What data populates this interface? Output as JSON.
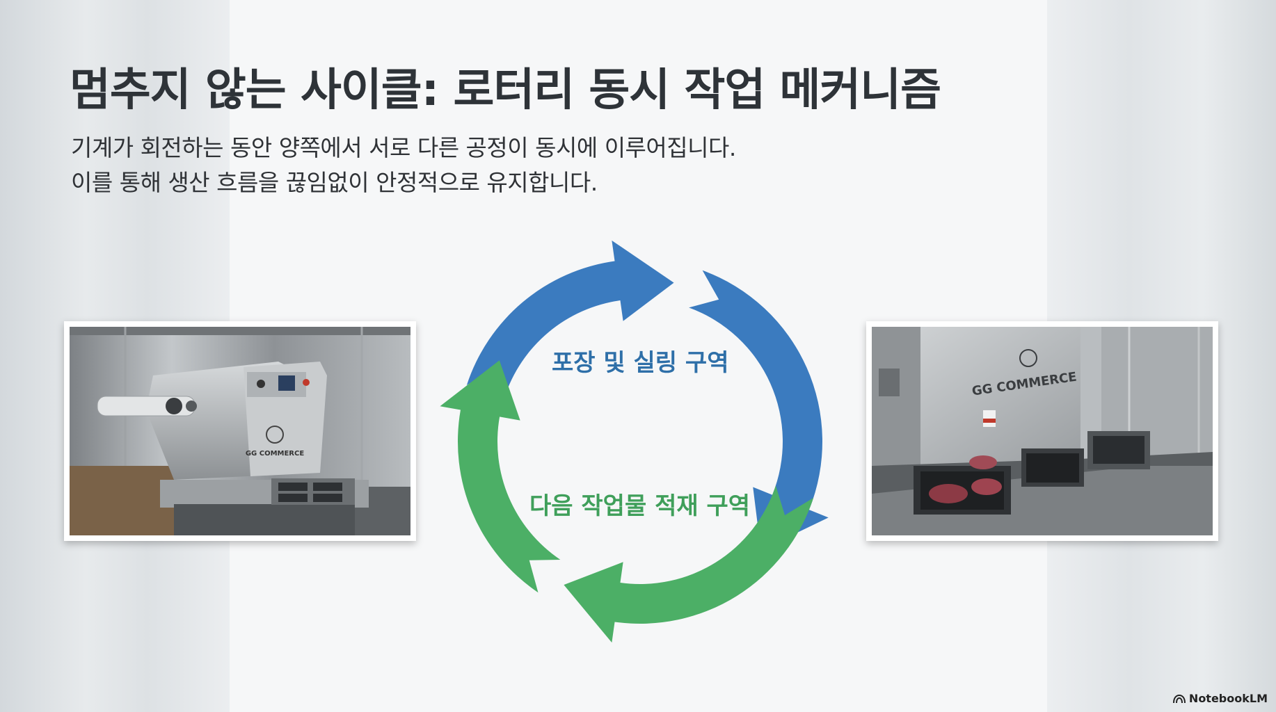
{
  "slide": {
    "title": "멈추지 않는 사이클: 로터리 동시 작업 메커니즘",
    "subtitle_lines": [
      "기계가 회전하는 동안 양쪽에서 서로 다른 공정이 동시에 이루어집니다.",
      "이를 통해 생산 흐름을 끊임없이 안정적으로 유지합니다."
    ]
  },
  "cycle": {
    "top_label": "포장 및 실링 구역",
    "bottom_label": "다음 작업물 적재 구역",
    "colors": {
      "blue": "#3b7bbf",
      "green": "#4caf66"
    }
  },
  "photos": {
    "left": {
      "brand_text": "GG COMMERCE"
    },
    "right": {
      "brand_text": "GG COMMERCE"
    }
  },
  "footer": {
    "brand": "NotebookLM"
  }
}
